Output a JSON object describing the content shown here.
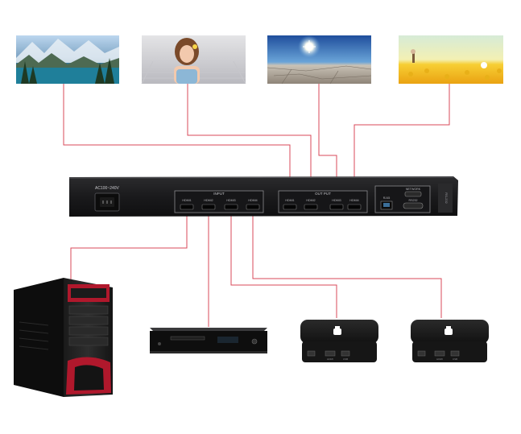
{
  "device": {
    "power_label": "AC100~240V",
    "input_group_label": "INPUT",
    "output_group_label": "OUT PUT",
    "inputs": [
      "HDMI1",
      "HDMI2",
      "HDMI3",
      "HDMI4"
    ],
    "outputs": [
      "HDMI1",
      "HDMI2",
      "HDMI3",
      "HDMI4"
    ],
    "rj45_label": "RJ45",
    "network_label": "NETWORK",
    "rs232_label": "RS232",
    "side_label": "RS-232"
  },
  "sources": {
    "box_left_labels": [
      "HDMI",
      "USB"
    ],
    "box_right_labels": [
      "HDMI",
      "USB"
    ]
  },
  "colors": {
    "cable": "#d9485a",
    "chassis": "#1d1d1f",
    "pc_accent": "#b0182c"
  }
}
